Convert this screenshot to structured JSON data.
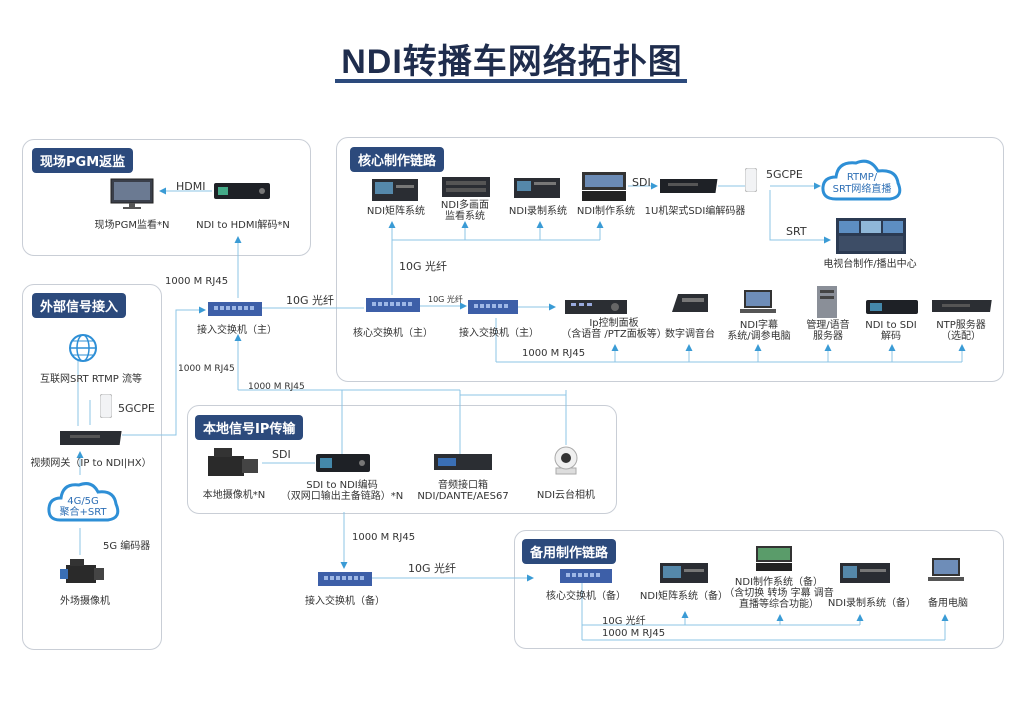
{
  "title": "NDI转播车网络拓扑图",
  "sections": {
    "pgm": "现场PGM返监",
    "core": "核心制作链路",
    "external": "外部信号接入",
    "local": "本地信号IP传输",
    "backup": "备用制作链路"
  },
  "pgm": {
    "monitor": "现场PGM监看*N",
    "decoder": "NDI to HDMI解码*N",
    "hdmi": "HDMI"
  },
  "core": {
    "matrix": "NDI矩阵系统",
    "multiview": [
      "NDI多画面",
      "监看系统"
    ],
    "record": "NDI录制系统",
    "production": "NDI制作系统",
    "sdi_label": "SDI",
    "codec": "1U机架式SDI编解码器",
    "cpe": "5GCPE",
    "stream": [
      "RTMP/",
      "SRT网络直播"
    ],
    "srt": "SRT",
    "tv_center": "电视台制作/播出中心",
    "fiber_up": "10G 光纤",
    "core_switch": "核心交换机（主）",
    "fiber_small": "10G 光纤",
    "access_switch": "接入交换机（主）",
    "control_panel": [
      "Ip控制面板",
      "（含语音 /PTZ面板等）"
    ],
    "audio_console": "数字调音台",
    "subtitle": [
      "NDI字幕",
      "系统/调参电脑"
    ],
    "intercom": [
      "管理/语音",
      "服务器"
    ],
    "ndi_sdi": [
      "NDI to SDI",
      "解码"
    ],
    "ntp": [
      "NTP服务器",
      "（选配）"
    ],
    "rj45": "1000 M RJ45"
  },
  "external": {
    "internet": "互联网SRT RTMP 流等",
    "cpe": "5GCPE",
    "gateway": "视频网关（IP to NDI|HX）",
    "cloud": [
      "4G/5G",
      "聚合+SRT"
    ],
    "encoder": "5G 编码器",
    "camera": "外场摄像机"
  },
  "main_access": {
    "switch": "接入交换机（主）",
    "rj45_top": "1000 M RJ45",
    "rj45_left": "1000 M RJ45",
    "rj45_bottom": "1000 M RJ45",
    "fiber": "10G 光纤"
  },
  "local": {
    "camera": "本地摄像机*N",
    "sdi": "SDI",
    "encoder": [
      "SDI to NDI编码",
      "（双网口输出主备链路）*N"
    ],
    "audio": [
      "音频接口箱",
      "NDI/DANTE/AES67"
    ],
    "ptz": "NDI云台相机"
  },
  "backup": {
    "rj45_down": "1000 M RJ45",
    "access_switch": "接入交换机（备）",
    "fiber": "10G 光纤",
    "core_switch": "核心交换机（备）",
    "matrix": "NDI矩阵系统（备）",
    "production": [
      "NDI制作系统（备）",
      "（含切换 转场 字幕 调音",
      "直播等综合功能）"
    ],
    "record": "NDI录制系统（备）",
    "pc": "备用电脑",
    "fiber_bottom": "10G 光纤",
    "rj45_bottom": "1000 M RJ45"
  },
  "colors": {
    "accent": "#2c4a7c",
    "line": "#6fb6dd",
    "arrow": "#3a9bd5",
    "cloud": "#2e8fd6"
  }
}
